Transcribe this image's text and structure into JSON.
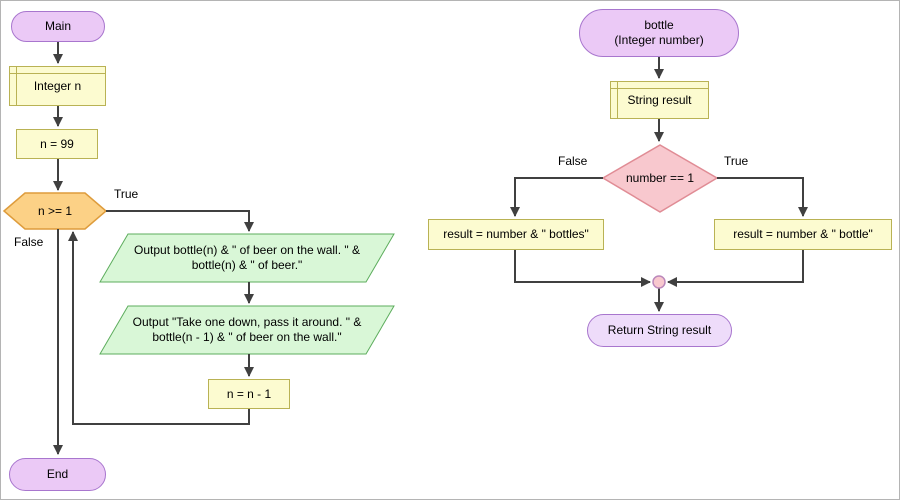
{
  "diagram": {
    "main_chart": {
      "start_label": "Main",
      "declaration_label": "Integer n",
      "init_label": "n = 99",
      "loop_condition_label": "n >= 1",
      "true_label": "True",
      "false_label": "False",
      "output1_label": "Output bottle(n) & \" of beer on the wall. \" &\nbottle(n) & \" of beer.\"",
      "output2_label": "Output \"Take one down, pass it around. \" &\nbottle(n - 1) & \" of beer on the wall.\"",
      "decrement_label": "n = n - 1",
      "end_label": "End"
    },
    "bottle_chart": {
      "start_label": "bottle\n(Integer number)",
      "declaration_label": "String result",
      "condition_label": "number == 1",
      "false_label": "False",
      "true_label": "True",
      "false_branch_label": "result = number & \" bottles\"",
      "true_branch_label": "result = number & \" bottle\"",
      "return_label": "Return String result"
    }
  },
  "colors": {
    "terminal_fill": "#ebc9f6",
    "terminal_border": "#a876ce",
    "return_fill": "#eedcfa",
    "yellow_fill": "#fcfbd0",
    "yellow_border": "#b9b254",
    "hexagon_fill": "#fcd186",
    "hexagon_border": "#de9c3c",
    "parallelogram_fill": "#d9f7d7",
    "parallelogram_border": "#5dad5d",
    "diamond_fill": "#f8c8ce",
    "diamond_border": "#e08c95",
    "connector": "#404040"
  }
}
